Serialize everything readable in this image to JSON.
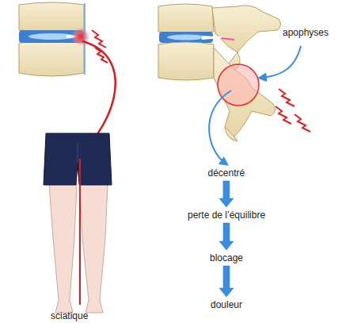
{
  "diagram": {
    "nodes": [
      {
        "text": [
          "décentré"
        ]
      },
      {
        "text": [
          "perte de l’équilibre"
        ]
      },
      {
        "text": [
          "blocage"
        ]
      },
      {
        "text": [
          "douleur"
        ]
      }
    ],
    "edges": [
      {
        "from": 0,
        "to": 1,
        "arrow": "to"
      },
      {
        "from": 1,
        "to": 2,
        "arrow": "to"
      },
      {
        "from": 2,
        "to": 3,
        "arrow": "to"
      }
    ],
    "labels": [
      "apophyses",
      "sciatique"
    ]
  }
}
